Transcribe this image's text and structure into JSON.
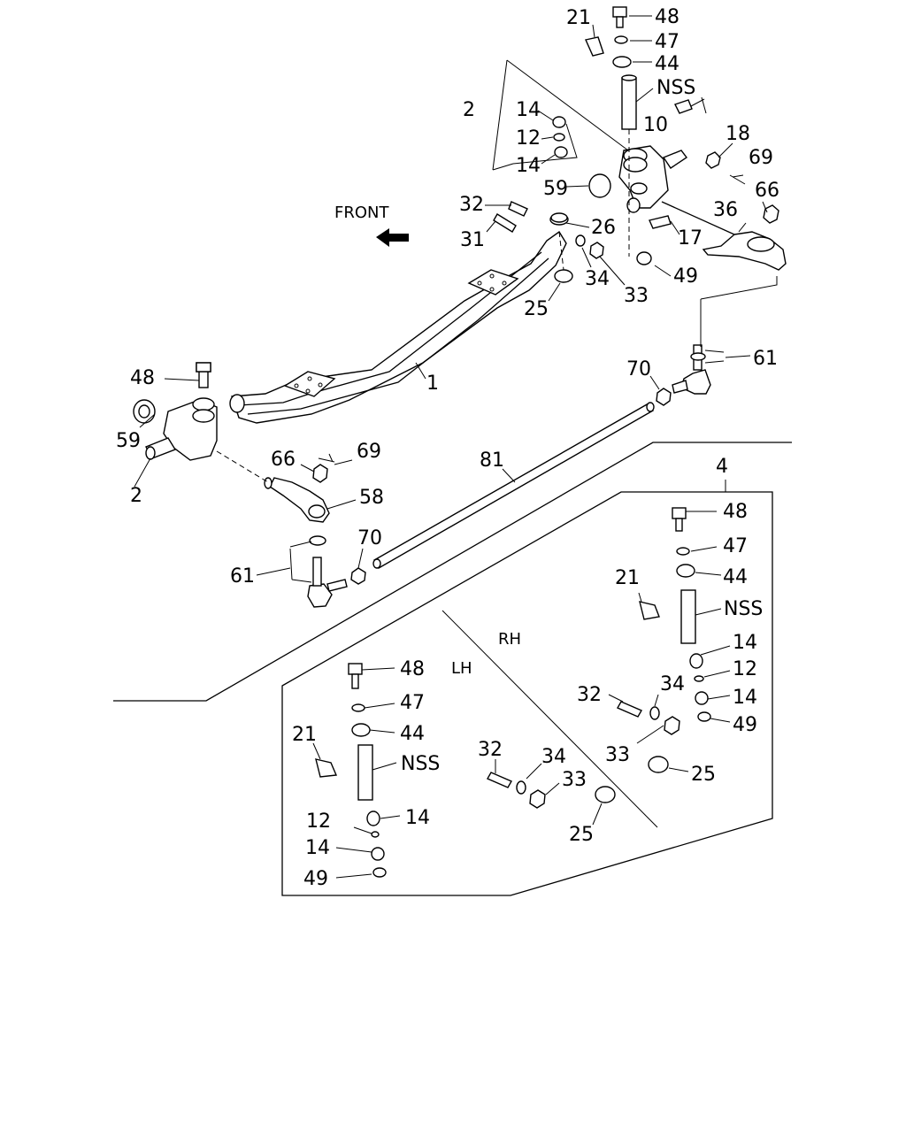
{
  "diagram": {
    "direction_label": "FRONT",
    "callouts": {
      "p1": "1",
      "p2": "2",
      "p4": "4",
      "p10": "10",
      "p12": "12",
      "p14": "14",
      "p17": "17",
      "p18": "18",
      "p21": "21",
      "p25": "25",
      "p26": "26",
      "p31": "31",
      "p32": "32",
      "p33": "33",
      "p34": "34",
      "p36": "36",
      "p44": "44",
      "p47": "47",
      "p48": "48",
      "p49": "49",
      "p58": "58",
      "p59": "59",
      "p61": "61",
      "p66": "66",
      "p69": "69",
      "p70": "70",
      "p81": "81",
      "nss": "NSS"
    },
    "inset": {
      "rh_label": "RH",
      "lh_label": "LH"
    }
  }
}
